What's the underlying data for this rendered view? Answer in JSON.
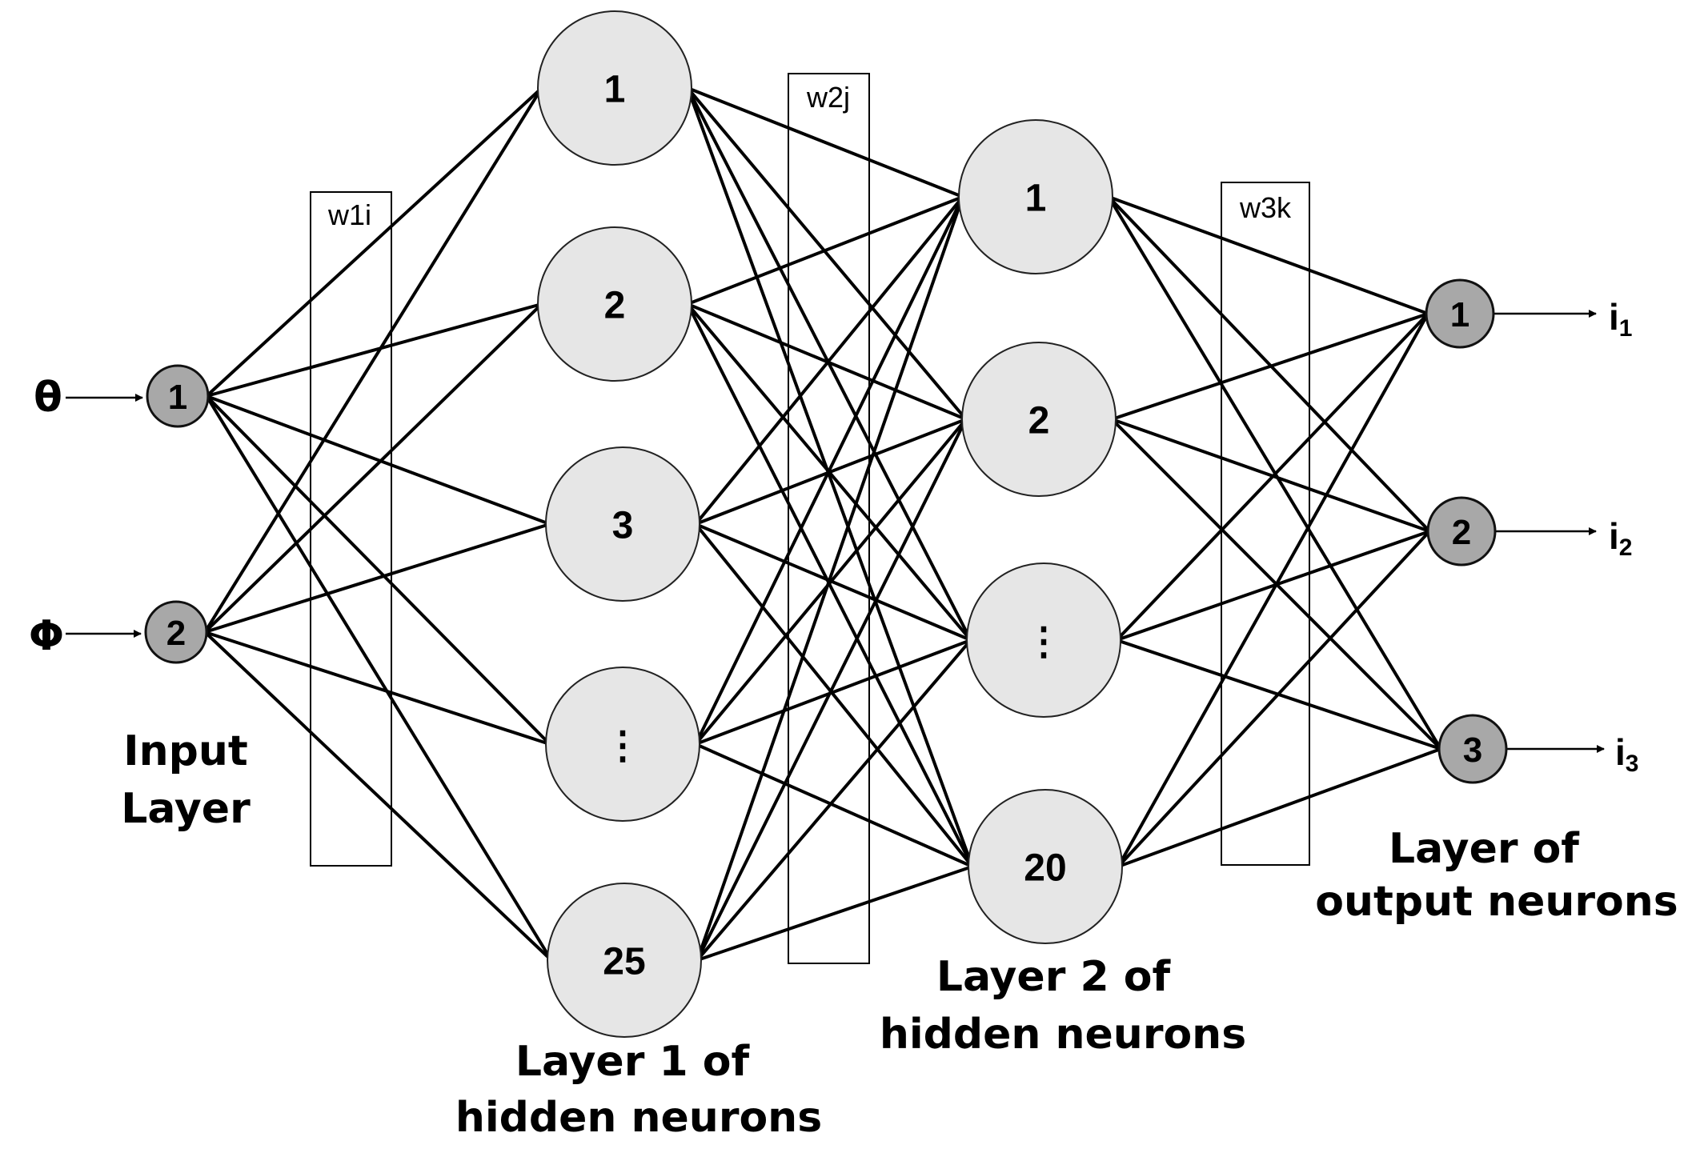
{
  "inputs": [
    {
      "symbol": "θ",
      "label": "1"
    },
    {
      "symbol": "Φ",
      "label": "2"
    }
  ],
  "layer1": [
    "1",
    "2",
    "3",
    "⋮",
    "25"
  ],
  "layer2": [
    "1",
    "2",
    "⋮",
    "20"
  ],
  "outputs": [
    {
      "label": "1",
      "signal": "i",
      "sub": "1"
    },
    {
      "label": "2",
      "signal": "i",
      "sub": "2"
    },
    {
      "label": "3",
      "signal": "i",
      "sub": "3"
    }
  ],
  "weights": {
    "w1": "w1i",
    "w2": "w2j",
    "w3": "w3k"
  },
  "captions": {
    "input": [
      "Input",
      "Layer"
    ],
    "hidden1": [
      "Layer 1 of",
      "hidden neurons"
    ],
    "hidden2": [
      "Layer 2 of",
      "hidden neurons"
    ],
    "output": [
      "Layer of",
      "output neurons"
    ]
  }
}
